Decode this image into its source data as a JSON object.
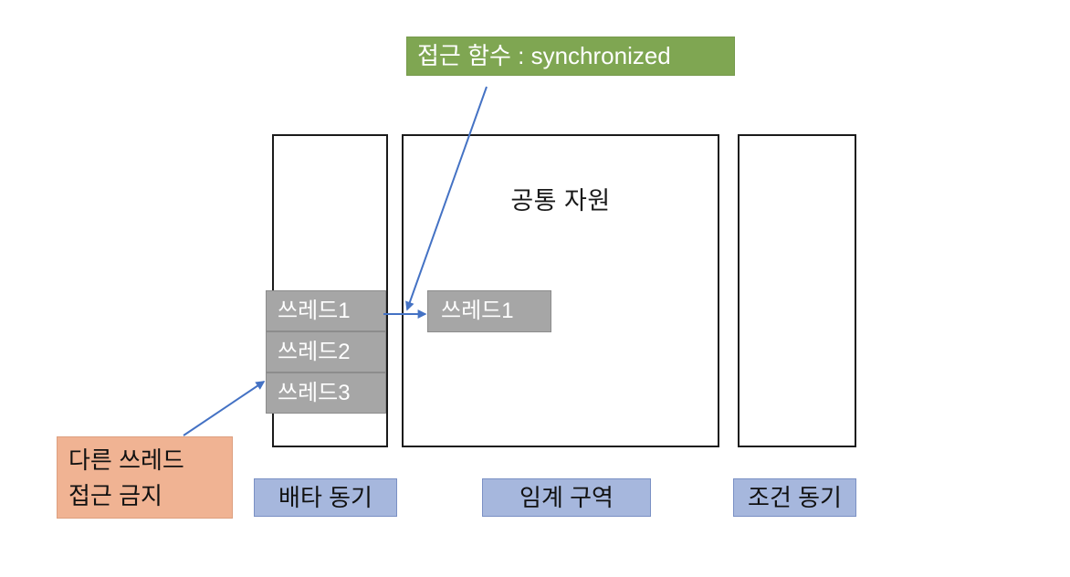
{
  "diagram": {
    "title": "Java synchronization concept diagram",
    "colors": {
      "accent_green": "#7FA652",
      "accent_orange": "#F0B393",
      "accent_blue": "#A6B7DD",
      "thread_gray": "#A6A6A6",
      "arrow_blue": "#4472C4",
      "box_border": "#1B1B1B"
    },
    "callouts": {
      "access_function": "접근 함수 : synchronized",
      "no_access_line1": "다른 쓰레드",
      "no_access_line2": "접근 금지"
    },
    "resource": {
      "title": "공통 자원"
    },
    "threads": {
      "waiting": [
        {
          "label": "쓰레드1"
        },
        {
          "label": "쓰레드2"
        },
        {
          "label": "쓰레드3"
        }
      ],
      "active": {
        "label": "쓰레드1"
      }
    },
    "legend": [
      {
        "label": "배타 동기"
      },
      {
        "label": "임계 구역"
      },
      {
        "label": "조건 동기"
      }
    ],
    "columns": [
      {
        "name": "exclusive-sync-column"
      },
      {
        "name": "critical-section-column"
      },
      {
        "name": "condition-sync-column"
      }
    ],
    "connectors": [
      {
        "name": "synchronized-to-thread-arrow"
      },
      {
        "name": "thread-enters-critical-section-arrow"
      },
      {
        "name": "no-access-to-thread-stack-arrow"
      }
    ]
  }
}
